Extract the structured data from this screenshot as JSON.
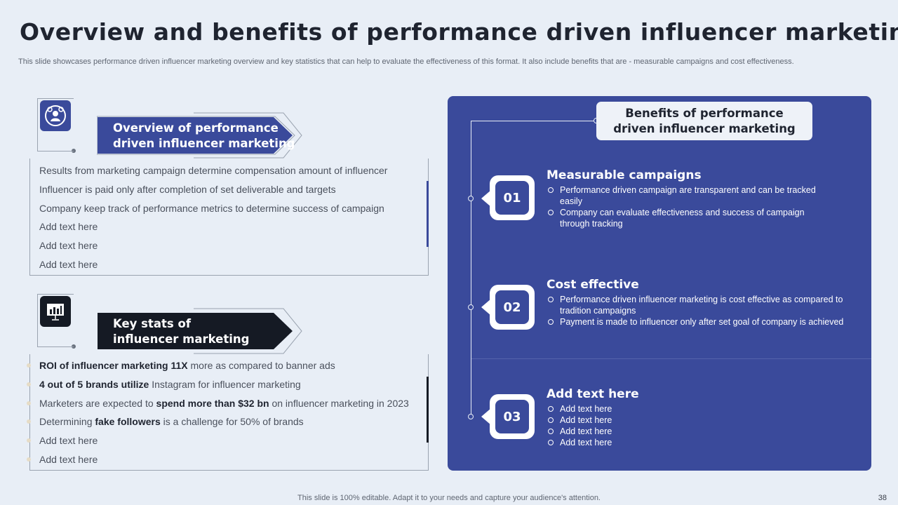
{
  "header": {
    "title": "Overview and benefits of performance driven influencer marketing",
    "subtitle": "This slide showcases performance driven influencer marketing overview and key statistics that can help to evaluate the effectiveness of this format. It also include benefits that are -   measurable campaigns and cost effectiveness."
  },
  "overview": {
    "icon": "influencer-people-icon",
    "banner_line1": "Overview of performance",
    "banner_line2": "driven influencer marketing",
    "items": [
      "Results from marketing campaign determine compensation amount of influencer",
      "Influencer is paid only after completion of set deliverable and targets",
      "Company keep track of performance metrics to determine success of campaign",
      "Add text here",
      "Add text here",
      "Add text here"
    ]
  },
  "stats": {
    "icon": "presentation-chart-icon",
    "banner_line1": "Key stats of",
    "banner_line2": "influencer marketing",
    "items": [
      {
        "bold": "ROI of influencer marketing 11X",
        "rest": " more as compared to banner ads"
      },
      {
        "bold": "4 out of 5 brands utilize",
        "rest": " Instagram for influencer marketing"
      },
      {
        "pre": "Marketers are expected to ",
        "bold": "spend more than $32 bn",
        "rest": " on influencer marketing in 2023"
      },
      {
        "pre": "Determining ",
        "bold": "fake followers",
        "rest": " is a challenge for 50% of brands"
      },
      {
        "pre": "Add text here"
      },
      {
        "pre": "Add text here"
      }
    ]
  },
  "benefits": {
    "title_line1": "Benefits of performance",
    "title_line2": "driven influencer marketing",
    "items": [
      {
        "num": "01",
        "heading": "Measurable campaigns",
        "points": [
          "Performance driven campaign are transparent and can be tracked easily",
          "Company can evaluate effectiveness and success of campaign through tracking"
        ]
      },
      {
        "num": "02",
        "heading": "Cost effective",
        "points": [
          "Performance driven influencer marketing is cost effective as compared to tradition campaigns",
          "Payment is made to influencer only after set goal of company is achieved"
        ]
      },
      {
        "num": "03",
        "heading": "Add text here",
        "points": [
          "Add text here",
          "Add text here",
          "Add text here",
          "Add text here"
        ]
      }
    ]
  },
  "footer": {
    "note": "This slide is 100% editable. Adapt it to your needs and capture your audience's attention.",
    "page": "38"
  },
  "colors": {
    "background": "#e8eef6",
    "panel_blue": "#3a4a9b",
    "stats_dark": "#151a24",
    "title_text": "#1f2430"
  }
}
